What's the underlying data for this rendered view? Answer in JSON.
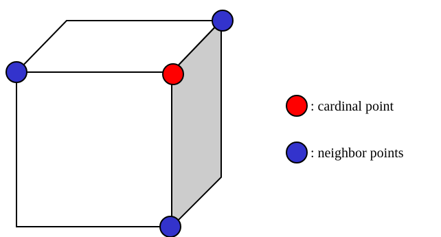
{
  "colors": {
    "cardinal_point": "#ff0000",
    "neighbor_point": "#3333cc",
    "shaded_face": "#cccccc",
    "edge": "#000000",
    "background": "#ffffff"
  },
  "legend": [
    {
      "marker": "cardinal_point",
      "label": ": cardinal point"
    },
    {
      "marker": "neighbor_point",
      "label": ": neighbor points"
    }
  ]
}
